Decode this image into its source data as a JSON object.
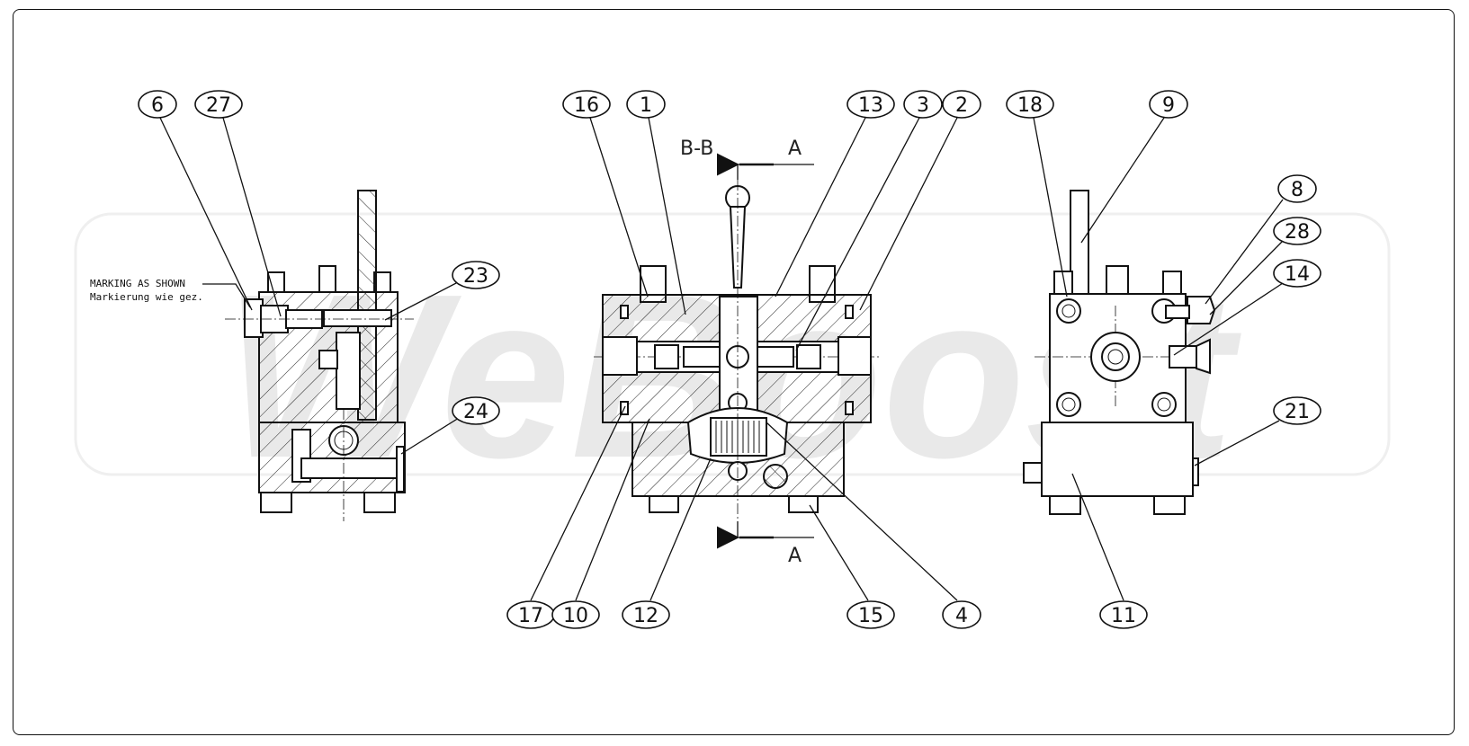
{
  "watermark": "WeBoost",
  "section_label": "B-B",
  "section_marks": [
    "A",
    "A"
  ],
  "note": {
    "line1": "MARKING AS SHOWN",
    "line2": "Markierung wie gez."
  },
  "callouts": {
    "left_view": [
      "6",
      "27",
      "23",
      "24"
    ],
    "center_view_top": [
      "16",
      "1",
      "13",
      "3",
      "2"
    ],
    "center_view_bottom": [
      "17",
      "10",
      "12",
      "15",
      "4"
    ],
    "right_view": [
      "18",
      "9",
      "8",
      "28",
      "14",
      "21",
      "11"
    ]
  }
}
